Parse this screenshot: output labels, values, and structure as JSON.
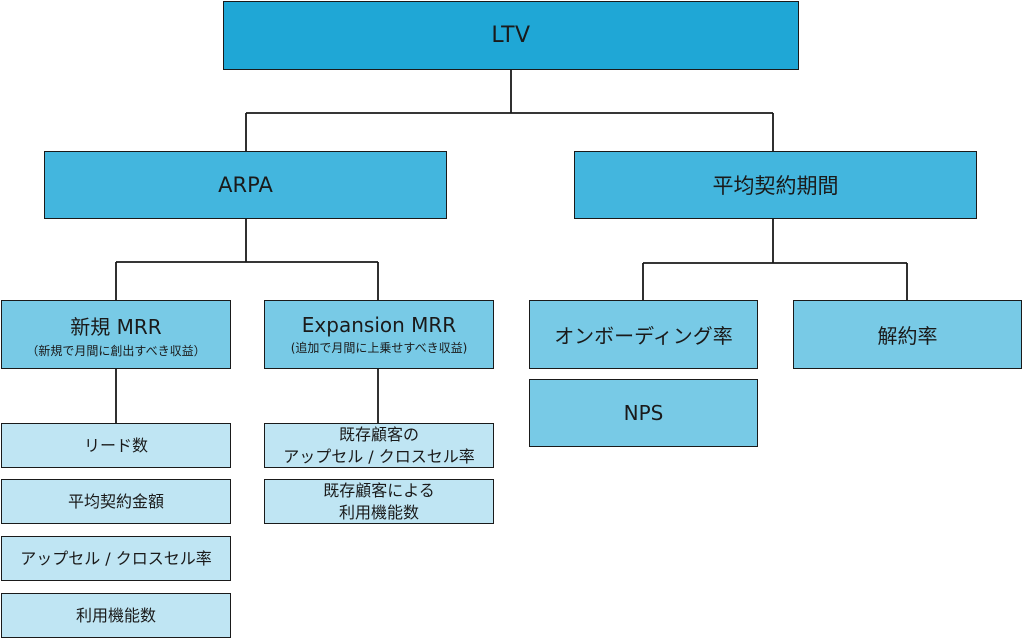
{
  "root": {
    "label": "LTV"
  },
  "arpa": {
    "label": "ARPA"
  },
  "contract_period": {
    "label": "平均契約期間"
  },
  "new_mrr": {
    "label": "新規 MRR",
    "sub": "（新規で月間に創出すべき収益）",
    "items": [
      "リード数",
      "平均契約金額",
      "アップセル / クロスセル率",
      "利用機能数"
    ]
  },
  "expansion_mrr": {
    "label": "Expansion MRR",
    "sub": "(追加で月間に上乗せすべき収益)",
    "items": [
      {
        "line1": "既存顧客の",
        "line2": "アップセル / クロスセル率"
      },
      {
        "line1": "既存顧客による",
        "line2": "利用機能数"
      }
    ]
  },
  "onboarding": {
    "label": "オンボーディング率"
  },
  "churn": {
    "label": "解約率"
  },
  "nps": {
    "label": "NPS"
  },
  "colors": {
    "level0": "#1fa7d6",
    "level1": "#43b6de",
    "level2": "#78cae6",
    "level3": "#bfe5f3",
    "line": "#1a1a1a"
  }
}
